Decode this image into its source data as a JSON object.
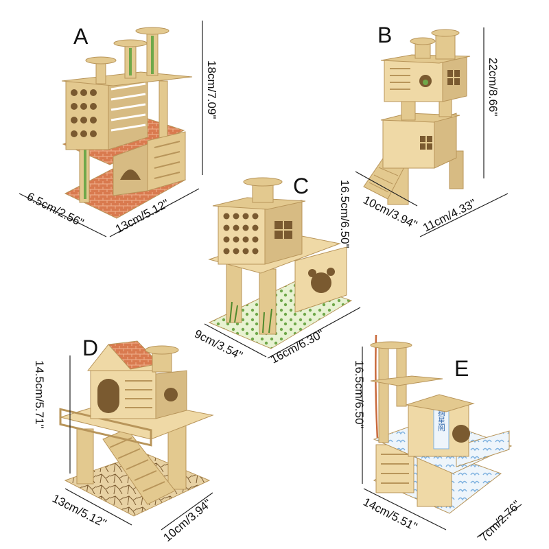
{
  "colors": {
    "wood": "#e3c98f",
    "wood_dark": "#b8955a",
    "wood_shadow": "#cdb078",
    "brick": "#d97a4f",
    "leaf": "#6fa84a",
    "grass": "#9ccc62",
    "blue_pattern": "#7fb2e0"
  },
  "products": {
    "A": {
      "letter": "A",
      "height": "18cm/7.09\"",
      "depth": "6.5cm/2.56\"",
      "width": "13cm/5.12\""
    },
    "B": {
      "letter": "B",
      "height": "22cm/8.66\"",
      "depth": "10cm/3.94\"",
      "width": "11cm/4.33\""
    },
    "C": {
      "letter": "C",
      "height": "16.5cm/6.50\"",
      "depth": "9cm/3.54\"",
      "width": "16cm/6.30\""
    },
    "D": {
      "letter": "D",
      "height": "14.5cm/5.71\"",
      "depth": "13cm/5.12\"",
      "width": "10cm/3.94\""
    },
    "E": {
      "letter": "E",
      "height": "16.5cm/6.50\"",
      "depth": "14cm/5.51\"",
      "width": "7cm/2.76\"",
      "sign": "摘星阁"
    }
  }
}
